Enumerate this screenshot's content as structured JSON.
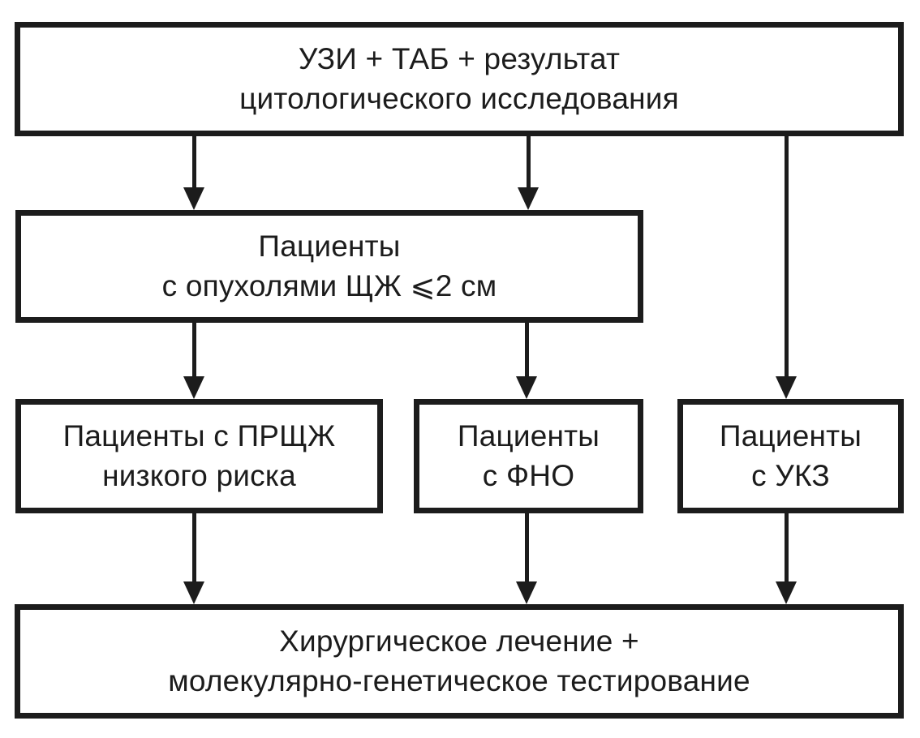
{
  "diagram": {
    "title": "Algorithm flowchart",
    "language": "ru",
    "colors": {
      "background": "#ffffff",
      "box_border": "#1c1c1c",
      "text": "#1c1c1c",
      "arrow": "#1c1c1c"
    },
    "nodes": [
      {
        "id": "uzi-tab-cytology",
        "lines": [
          "УЗИ + ТАБ + результат",
          "цитологического исследования"
        ]
      },
      {
        "id": "tumors-le-2cm",
        "lines": [
          "Пациенты",
          "с опухолями ЩЖ ⩽2 см"
        ]
      },
      {
        "id": "low-risk-prshzh",
        "lines": [
          "Пациенты с ПРЩЖ",
          "низкого риска"
        ]
      },
      {
        "id": "fno",
        "lines": [
          "Пациенты",
          "с ФНО"
        ]
      },
      {
        "id": "ukz",
        "lines": [
          "Пациенты",
          "с УКЗ"
        ]
      },
      {
        "id": "surgery-genetic-testing",
        "lines": [
          "Хирургическое лечение +",
          "молекулярно-генетическое тестирование"
        ]
      }
    ],
    "edges": [
      {
        "from": "uzi-tab-cytology",
        "to": "tumors-le-2cm",
        "position": "left"
      },
      {
        "from": "uzi-tab-cytology",
        "to": "tumors-le-2cm",
        "position": "center"
      },
      {
        "from": "uzi-tab-cytology",
        "to": "ukz",
        "position": "right"
      },
      {
        "from": "tumors-le-2cm",
        "to": "low-risk-prshzh",
        "position": "left"
      },
      {
        "from": "tumors-le-2cm",
        "to": "fno",
        "position": "center"
      },
      {
        "from": "low-risk-prshzh",
        "to": "surgery-genetic-testing",
        "position": "left"
      },
      {
        "from": "fno",
        "to": "surgery-genetic-testing",
        "position": "center"
      },
      {
        "from": "ukz",
        "to": "surgery-genetic-testing",
        "position": "right"
      }
    ]
  }
}
